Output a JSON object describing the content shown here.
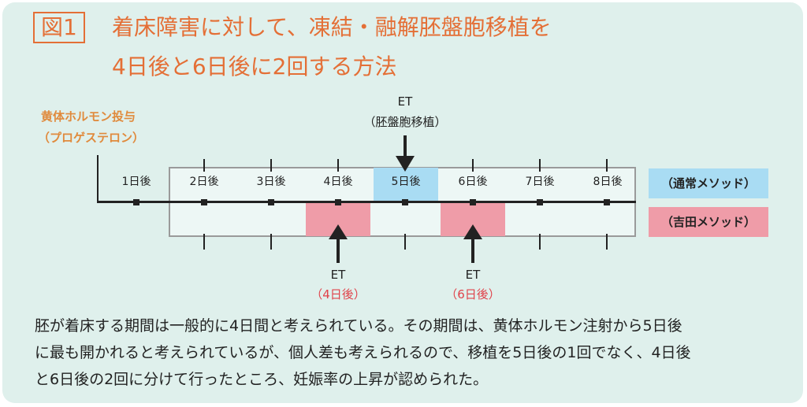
{
  "figure_tag": "図1",
  "title_line1": "着床障害に対して、凍結・融解胚盤胞移植を",
  "title_line2": "4日後と6日後に2回する方法",
  "hormone_label_line1": "黄体ホルモン投与",
  "hormone_label_line2": "（プロゲステロン）",
  "days": [
    "1日後",
    "2日後",
    "3日後",
    "4日後",
    "5日後",
    "6日後",
    "7日後",
    "8日後"
  ],
  "standard_method_label": "（通常メソッド）",
  "yoshida_method_label": "（吉田メソッド）",
  "et_top": {
    "label": "ET",
    "sub": "（胚盤胞移植）"
  },
  "et_left": {
    "label": "ET",
    "sub": "（4日後）"
  },
  "et_right": {
    "label": "ET",
    "sub": "（6日後）"
  },
  "body_lines": [
    "胚が着床する期間は一般的に4日間と考えられている。その期間は、黄体ホルモン注射から5日後",
    "に最も開かれると考えられているが、個人差も考えられるので、移植を5日後の1回でなく、4日後",
    "と6日後の2回に分けて行ったところ、妊娠率の上昇が認められた。"
  ],
  "colors": {
    "title_orange": "#e46f36",
    "hormone_orange": "#e08a3c",
    "standard_blue": "#a9dcf3",
    "yoshida_pink": "#ef9ca8",
    "et_sub_red": "#e0424a",
    "panel_bg": "#dff0ec"
  }
}
